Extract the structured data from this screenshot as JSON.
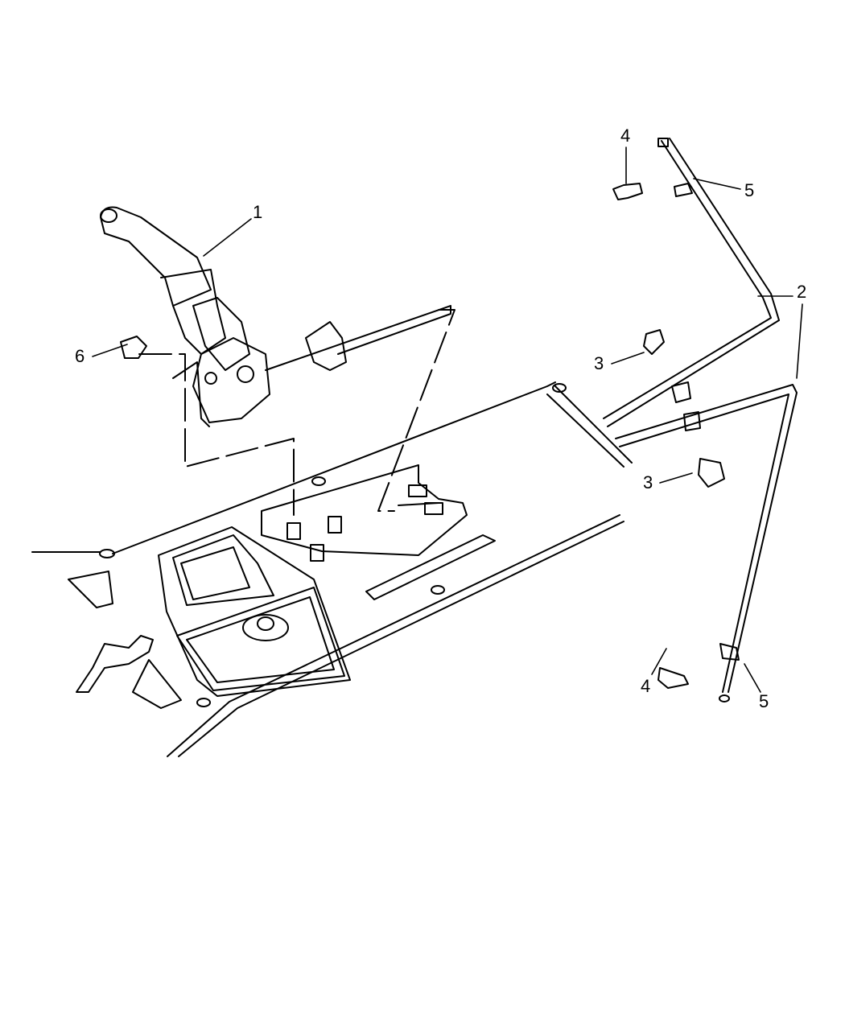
{
  "diagram": {
    "callouts": [
      {
        "id": "c1",
        "label": "1"
      },
      {
        "id": "c2",
        "label": "2"
      },
      {
        "id": "c3a",
        "label": "3"
      },
      {
        "id": "c3b",
        "label": "3"
      },
      {
        "id": "c4a",
        "label": "4"
      },
      {
        "id": "c4b",
        "label": "4"
      },
      {
        "id": "c5a",
        "label": "5"
      },
      {
        "id": "c5b",
        "label": "5"
      },
      {
        "id": "c6",
        "label": "6"
      }
    ],
    "colors": {
      "line": "#000000",
      "background": "#ffffff"
    }
  }
}
